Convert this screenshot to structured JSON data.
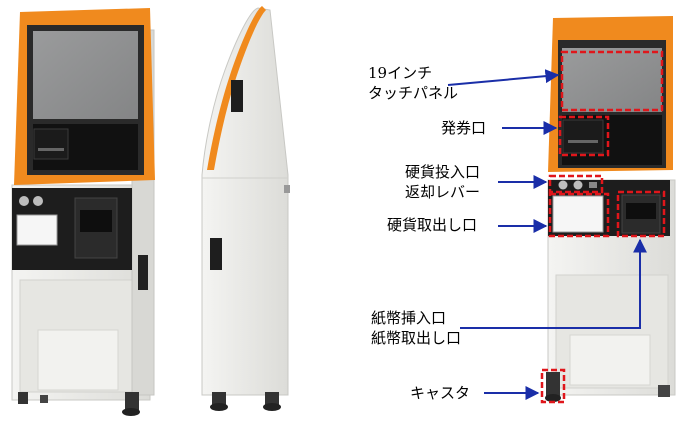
{
  "callouts": [
    {
      "id": "touch-panel",
      "lines": [
        "19インチ",
        "タッチパネル"
      ]
    },
    {
      "id": "ticket-outlet",
      "lines": [
        "発券口"
      ]
    },
    {
      "id": "coin-slot-return",
      "lines": [
        "硬貨投入口",
        "返却レバー"
      ]
    },
    {
      "id": "coin-outlet",
      "lines": [
        "硬貨取出し口"
      ]
    },
    {
      "id": "bill-slot",
      "lines": [
        "紙幣挿入口",
        "紙幣取出し口"
      ]
    },
    {
      "id": "caster",
      "lines": [
        "キャスタ"
      ]
    }
  ],
  "colors": {
    "accent_orange": "#f08a1e",
    "screen_gray": "#8f9091",
    "body_white": "#ebebe8",
    "panel_black": "#1f1f1f",
    "arrow_blue": "#1a2ea8",
    "highlight_red": "#e0161b"
  }
}
